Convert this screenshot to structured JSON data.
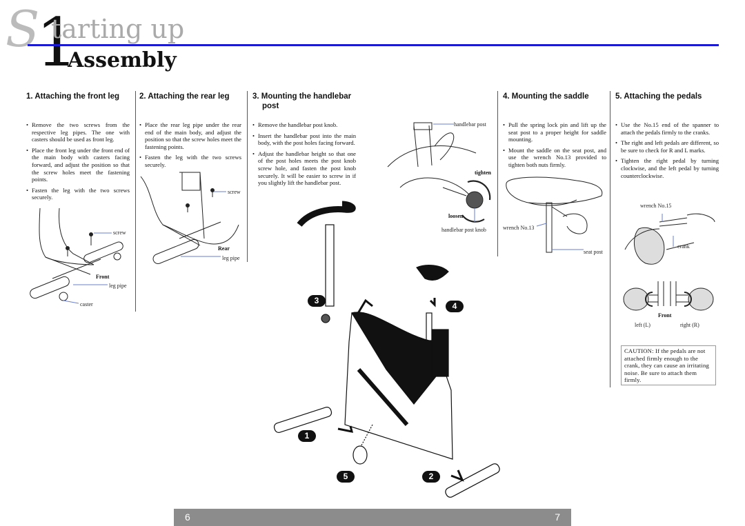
{
  "header": {
    "big_number": "1",
    "big_s": "S",
    "title_rest": "tarting up",
    "subtitle": "Assembly",
    "rule_color": "#1a1ad6"
  },
  "sections": [
    {
      "title": "1. Attaching the front leg",
      "items": [
        "Remove the two screws from the respective leg pipes. The one with casters should be used as front leg.",
        "Place the front leg under the front end of the main body with casters facing forward, and adjust the position so that the screw holes meet the fastening points.",
        "Fasten the leg with the two screws securely."
      ],
      "labels": {
        "screw": "screw",
        "front": "Front",
        "leg_pipe": "leg pipe",
        "caster": "caster"
      }
    },
    {
      "title": "2. Attaching the rear leg",
      "items": [
        "Place the rear leg pipe under the rear end of the main body, and adjust the position so that the screw holes meet the fastening points.",
        "Fasten the leg with the two screws securely."
      ],
      "labels": {
        "screw": "screw",
        "rear": "Rear",
        "leg_pipe": "leg pipe"
      }
    },
    {
      "title_line1": "3. Mounting the handlebar",
      "title_line2": "post",
      "items": [
        "Remove the handlebar post knob.",
        "Insert the handlebar post into the main body, with the post holes facing forward.",
        "Adjust the handlebar height so that one of the post holes meets the post knob screw hole, and fasten the post knob securely. It will be easier to screw in if you slightly lift the handlebar post."
      ],
      "labels": {
        "handlebar_post": "handlebar post",
        "tighten": "tighten",
        "loosen": "loosen",
        "handlebar_post_knob": "handlebar post knob"
      }
    },
    {
      "title": "4. Mounting the saddle",
      "items": [
        "Pull the spring lock pin and lift up the seat post to a proper height for saddle mounting.",
        "Mount the saddle on the seat post, and use the wrench No.13 provided to tighten both nuts firmly."
      ],
      "labels": {
        "wrench": "wrench No.13",
        "seat_post": "seat post"
      }
    },
    {
      "title": "5. Attaching the pedals",
      "items": [
        "Use the No.15 end of the spanner to attach the pedals firmly to the cranks.",
        "The right and left pedals are different, so be sure to check for R and L marks.",
        "Tighten the right pedal by turning clockwise, and the left pedal by turning counterclockwise."
      ],
      "labels": {
        "wrench": "wrench No.15",
        "crank": "crank",
        "front": "Front",
        "left": "left (L)",
        "right": "right (R)"
      },
      "caution": "CAUTION: If the pedals are not attached firmly enough to the crank, they can cause an irritating noise. Be sure to attach them firmly."
    }
  ],
  "steps": [
    "1",
    "2",
    "3",
    "4",
    "5"
  ],
  "footer": {
    "left_page": "6",
    "right_page": "7"
  }
}
